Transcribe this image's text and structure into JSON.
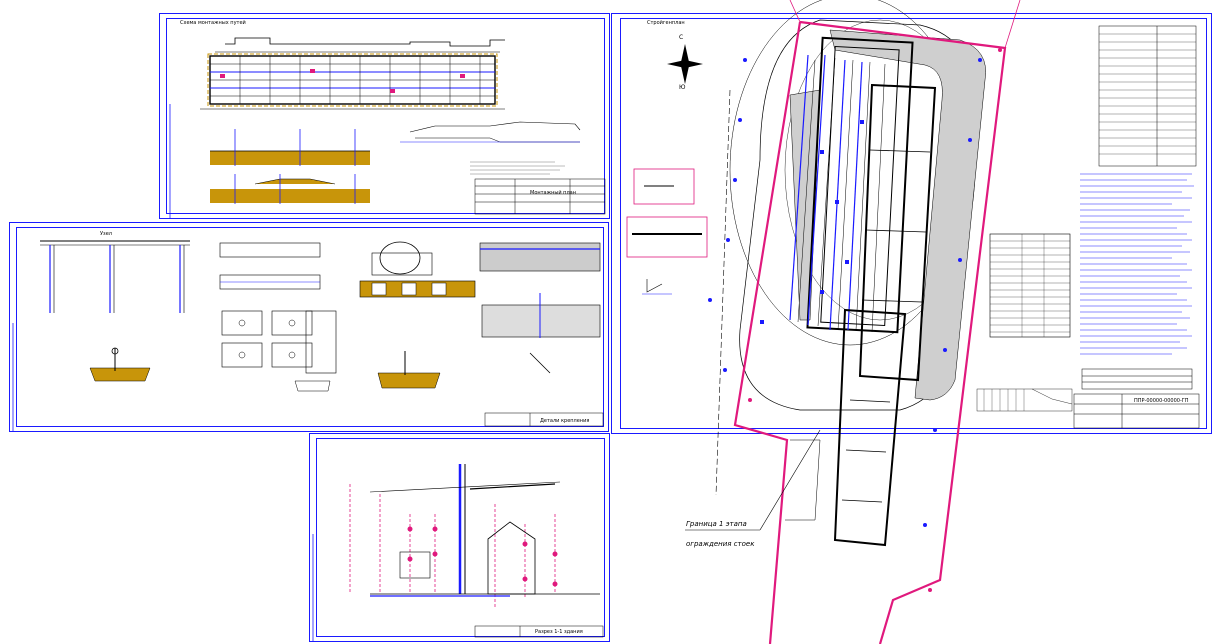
{
  "sheets": {
    "top_left": {
      "header": "Схема монтажных путей",
      "title_block": "Монтажный план"
    },
    "middle_left": {
      "header": "Узел",
      "title_block": "Детали крепления"
    },
    "bottom": {
      "title_block": "Разрез 1-1 здания"
    },
    "right": {
      "header": "Стройгенплан",
      "title_block": "ППР-00000-00000-ГП"
    }
  },
  "compass": {
    "north": "С",
    "south": "Ю"
  },
  "annotations": {
    "leader_text_line1": "Граница 1 этапа",
    "leader_text_line2": "ограждения стоек"
  },
  "colors": {
    "frame": "#1a1aff",
    "boundary": "#e0197d",
    "ground": "#c8950a",
    "line": "#000000",
    "accent_blue": "#0000ff"
  }
}
